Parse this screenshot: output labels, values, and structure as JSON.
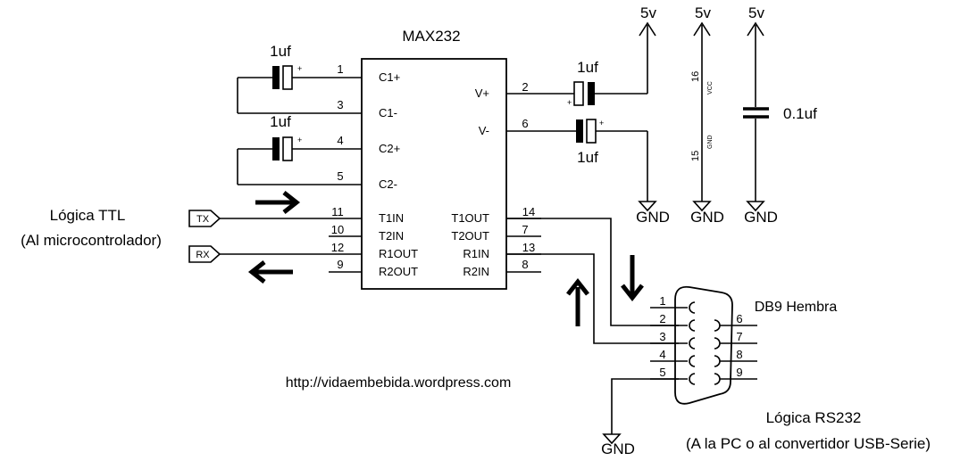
{
  "chip": {
    "name": "MAX232",
    "left_pins": [
      {
        "num": "1",
        "label": "C1+"
      },
      {
        "num": "3",
        "label": "C1-"
      },
      {
        "num": "4",
        "label": "C2+"
      },
      {
        "num": "5",
        "label": "C2-"
      },
      {
        "num": "11",
        "label": "T1IN"
      },
      {
        "num": "10",
        "label": "T2IN"
      },
      {
        "num": "12",
        "label": "R1OUT"
      },
      {
        "num": "9",
        "label": "R2OUT"
      }
    ],
    "right_pins": [
      {
        "num": "2",
        "label": "V+"
      },
      {
        "num": "6",
        "label": "V-"
      },
      {
        "num": "14",
        "label": "T1OUT"
      },
      {
        "num": "7",
        "label": "T2OUT"
      },
      {
        "num": "13",
        "label": "R1IN"
      },
      {
        "num": "8",
        "label": "R2IN"
      }
    ]
  },
  "capacitors": {
    "c1": "1uf",
    "c2": "1uf",
    "c3": "1uf",
    "c4": "1uf",
    "c5": "0.1uf",
    "plus": "+"
  },
  "power": {
    "v1": "5v",
    "v2": "5v",
    "v3": "5v",
    "vcc_pin": "16",
    "vcc_label": "VCC",
    "gnd_pin": "15",
    "gnd_label": "GND",
    "gnd1": "GND",
    "gnd2": "GND",
    "gnd3": "GND",
    "gnd4": "GND"
  },
  "ttl": {
    "title": "Lógica TTL",
    "subtitle": "(Al microcontrolador)",
    "tx": "TX",
    "rx": "RX"
  },
  "db9": {
    "title": "DB9 Hembra",
    "left_pins": [
      "1",
      "2",
      "3",
      "4",
      "5"
    ],
    "right_pins": [
      "6",
      "7",
      "8",
      "9"
    ]
  },
  "rs232": {
    "title": "Lógica RS232",
    "subtitle": "(A la PC o al convertidor USB-Serie)"
  },
  "url": "http://vidaembebida.wordpress.com"
}
